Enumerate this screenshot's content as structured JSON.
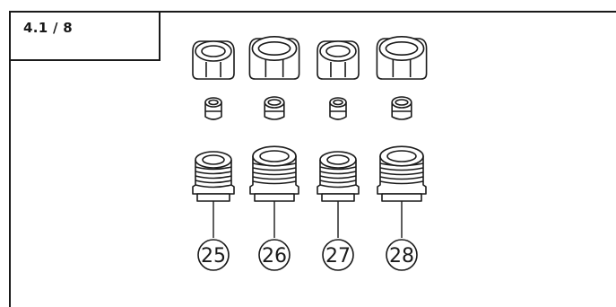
{
  "section_label": "4.1 / 8",
  "parts": [
    {
      "number": "25",
      "size": "small"
    },
    {
      "number": "26",
      "size": "large"
    },
    {
      "number": "27",
      "size": "small"
    },
    {
      "number": "28",
      "size": "large"
    }
  ]
}
